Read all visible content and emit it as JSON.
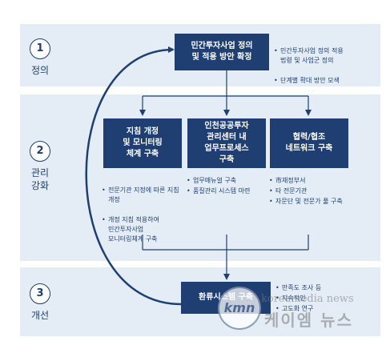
{
  "stages": [
    {
      "number": "1",
      "label": "정의"
    },
    {
      "number": "2",
      "label": "관리\n강화"
    },
    {
      "number": "3",
      "label": "개선"
    }
  ],
  "top_box": {
    "text": "민간투자사업 정의\n및 적용 방안 확정",
    "bullets": [
      "민간투자사업 정의 적용\n법령 및 사업군 정의",
      "단계별 확대 방안 모색"
    ]
  },
  "mid_boxes": [
    {
      "text": "지침 개정\n및 모니터링\n체계 구축",
      "bullets": [
        "전문기관 지정에 따른 지침\n개정",
        "개정 지침 적용하여\n민간투자사업\n모니터링체계 구축"
      ]
    },
    {
      "text": "인천공공투자\n관리센터 내\n업무프로세스\n구축",
      "bullets": [
        "업무매뉴얼 구축",
        "품질관리 시스템 마련"
      ]
    },
    {
      "text": "협력/협조\n네트워크 구축",
      "bullets": [
        "市재정부서",
        "타 전문기관",
        "자문단 및 전문가 풀 구축"
      ]
    }
  ],
  "bottom_box": {
    "text": "환류시스템 구축",
    "bullets": [
      "만족도 조사 등",
      "지속적인",
      "고도화 연구"
    ]
  },
  "watermark": {
    "logo": "kmn",
    "url": "koreamedia news",
    "name": "케이엠 뉴스"
  },
  "colors": {
    "navy": "#1f3f72",
    "band": "#e4edf6"
  }
}
